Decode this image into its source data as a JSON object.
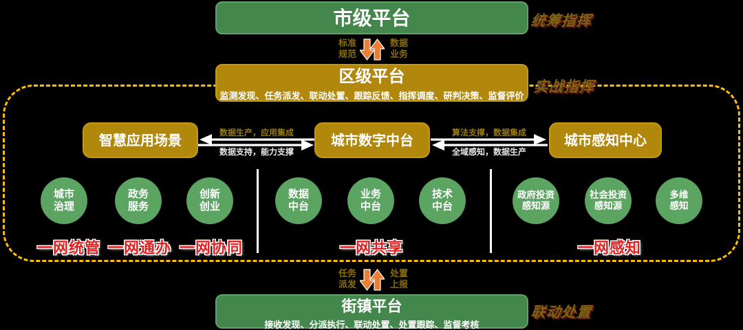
{
  "colors": {
    "background": "#000000",
    "green_box": "#44874D",
    "gold_box": "#B1880C",
    "circle_green": "#5BA462",
    "dashed_border": "#FFC000",
    "red_tag": "#E02222",
    "orange_arrow": "#ED7D31"
  },
  "city_platform": {
    "title": "市级平台",
    "side_label": "统筹指挥"
  },
  "top_exchange": {
    "left": "标准\n规范",
    "right": "数据\n业务"
  },
  "district_platform": {
    "title": "区级平台",
    "subtitle": "监测发现、任务派发、联动处置、跟踪反馈、指挥调度、研判决策、监督评价",
    "side_label": "实战指挥"
  },
  "middle_boxes": {
    "app": "智慧应用场景",
    "digital": "城市数字中台",
    "sense": "城市感知中心"
  },
  "links": {
    "left": {
      "top": "数据生产，应用集成",
      "bottom": "数据支持，能力支撑"
    },
    "right": {
      "top": "算法支撑，数据集成",
      "bottom": "全域感知，数据生产"
    }
  },
  "circles": [
    "城市\n治理",
    "政务\n服务",
    "创新\n创业",
    "数据\n中台",
    "业务\n中台",
    "技术\n中台",
    "政府投资\n感知源",
    "社会投资\n感知源",
    "多维\n感知"
  ],
  "tags": [
    "一网统管",
    "一网通办",
    "一网协同",
    "一网共享",
    "一网感知"
  ],
  "bottom_exchange": {
    "left": "任务\n派发",
    "right": "处置\n上报"
  },
  "street_platform": {
    "title": "街镇平台",
    "subtitle": "接收发现、分派执行、联动处置、处置跟踪、监督考核",
    "side_label": "联动处置"
  }
}
